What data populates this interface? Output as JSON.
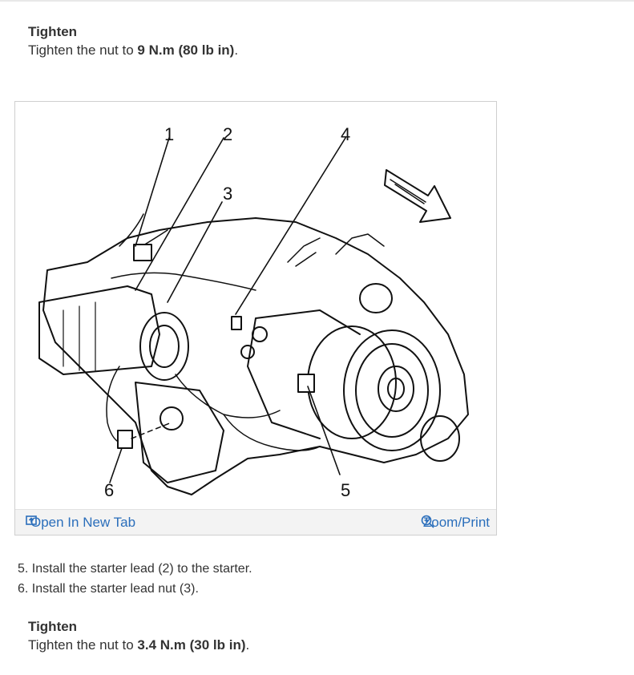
{
  "tighten_first": {
    "label": "Tighten",
    "prefix": "Tighten the nut to ",
    "value": "9 N.m (80 lb in)",
    "suffix": "."
  },
  "figure": {
    "callouts": [
      "1",
      "2",
      "3",
      "4",
      "5",
      "6"
    ],
    "open_tab_label": "Open In New Tab",
    "zoom_label": "Zoom/Print",
    "open_icon": "open-in-new-tab-icon",
    "zoom_icon": "magnifier-plus-icon"
  },
  "steps": [
    "5. Install the starter lead (2) to the starter.",
    "6. Install the starter lead nut (3)."
  ],
  "tighten_second": {
    "label": "Tighten",
    "prefix": "Tighten the nut to ",
    "value": "3.4 N.m (30 lb in)",
    "suffix": "."
  },
  "colors": {
    "link": "#2a6ebb",
    "text": "#333333",
    "bar": "#f3f3f3"
  }
}
